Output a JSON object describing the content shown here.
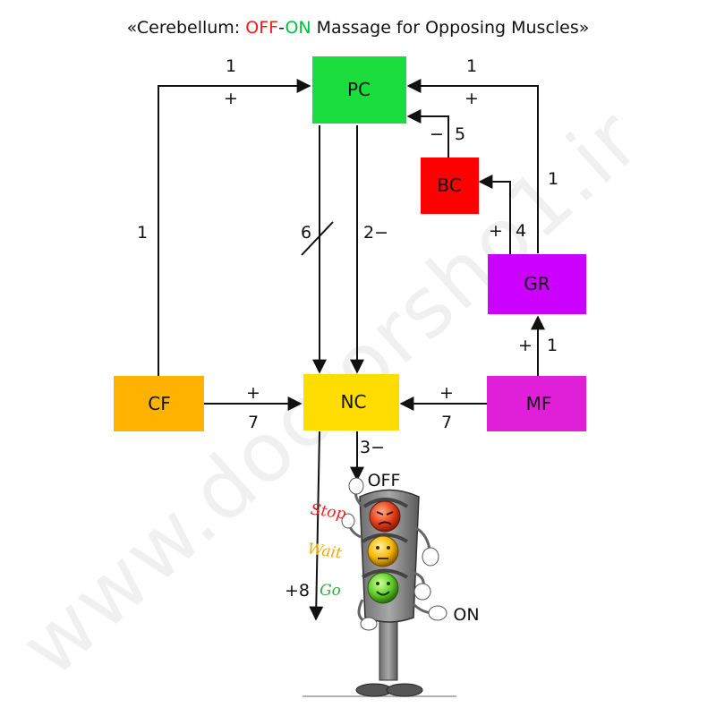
{
  "title": {
    "open": "«Cerebellum: ",
    "off": "OFF",
    "dash": "-",
    "on": "ON",
    "rest": " Massage for Opposing Muscles»"
  },
  "colors": {
    "off": "#e8201e",
    "on": "#00c040",
    "pc": "#1adc3c",
    "bc": "#ff0000",
    "gr": "#cc00ff",
    "cf": "#ffb300",
    "nc": "#ffdd00",
    "mf": "#e020d8"
  },
  "nodes": {
    "pc": "PC",
    "bc": "BC",
    "gr": "GR",
    "cf": "CF",
    "nc": "NC",
    "mf": "MF"
  },
  "edges": {
    "cf_pc_num": "1",
    "cf_pc_sign": "+",
    "gr_pc_num": "1",
    "gr_pc_sign": "+",
    "bc_pc_sign": "−",
    "bc_pc_num": "5",
    "gr_pc_side": "1",
    "cf_vertical": "1",
    "pc_nc_6": "6",
    "pc_nc_2": "2−",
    "gr_bc_sign": "+",
    "gr_bc_num": "4",
    "mf_gr_sign": "+",
    "mf_gr_num": "1",
    "cf_nc_sign": "+",
    "cf_nc_num": "7",
    "mf_nc_sign": "+",
    "mf_nc_num": "7",
    "nc_out_3": "3−",
    "nc_out_8": "+8"
  },
  "traffic": {
    "off": "OFF",
    "stop": "Stop",
    "wait": "Wait",
    "go": "Go",
    "on": "ON"
  },
  "watermark": "www.doctorsho1.ir"
}
